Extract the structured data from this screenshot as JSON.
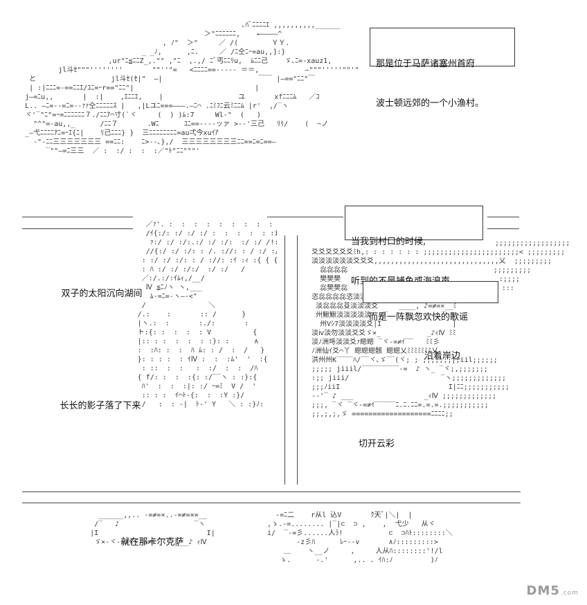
{
  "captions": {
    "c1_line1": "那是位于马萨诸塞州首府",
    "c1_line2": "波士顿远郊的一个小渔村。",
    "c2_line1": "当我到村口的时候,",
    "c2_line2": "听到的不是捕鱼或海浪声",
    "c3": "而是一阵飘忽欢快的歌谣"
  },
  "bubbles": {
    "b1": "双子的太阳沉向湖间",
    "b2": "长长的影子落了下来",
    "b3": "沿着岸边",
    "b4": "切开云彩",
    "b5": "就在那卡尔克萨"
  },
  "watermark": {
    "brand": "DM5",
    "domain": ".com"
  }
}
